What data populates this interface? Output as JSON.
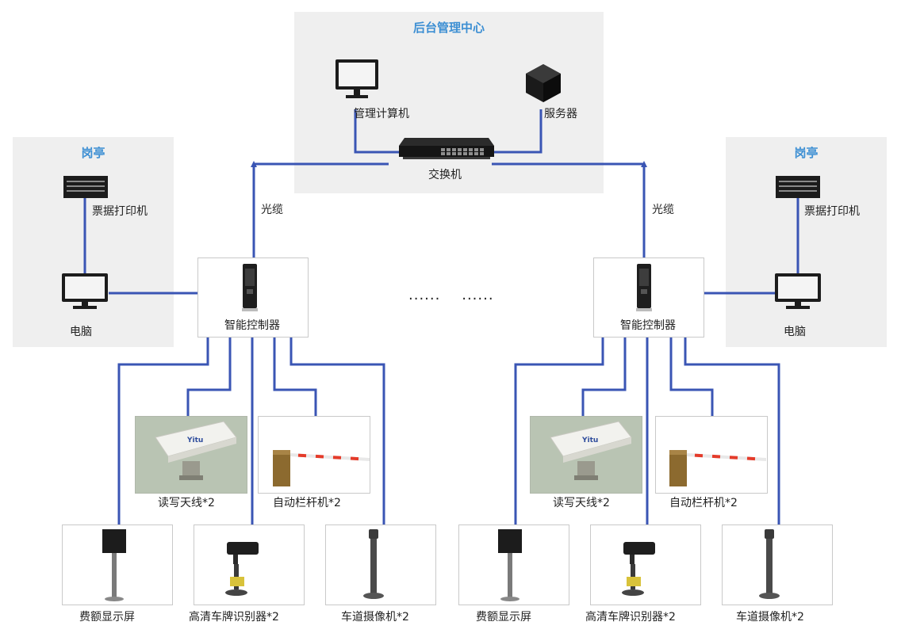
{
  "center": {
    "title": "后台管理中心",
    "computer_label": "管理计算机",
    "server_label": "服务器",
    "switch_label": "交换机"
  },
  "left_booth": {
    "title": "岗亭",
    "printer_label": "票据打印机",
    "pc_label": "电脑"
  },
  "right_booth": {
    "title": "岗亭",
    "printer_label": "票据打印机",
    "pc_label": "电脑"
  },
  "fiber_label": "光缆",
  "controller_label": "智能控制器",
  "ellipsis": "......    ......",
  "devices": {
    "antenna": "读写天线*2",
    "barrier": "自动栏杆机*2",
    "fee_display": "费额显示屏",
    "plate_recognizer": "高清车牌识别器*2",
    "lane_camera": "车道摄像机*2"
  },
  "antenna_brand": "Yitu",
  "colors": {
    "line": "#3a55b4",
    "title": "#3d8fd3",
    "panel": "#efefef"
  }
}
